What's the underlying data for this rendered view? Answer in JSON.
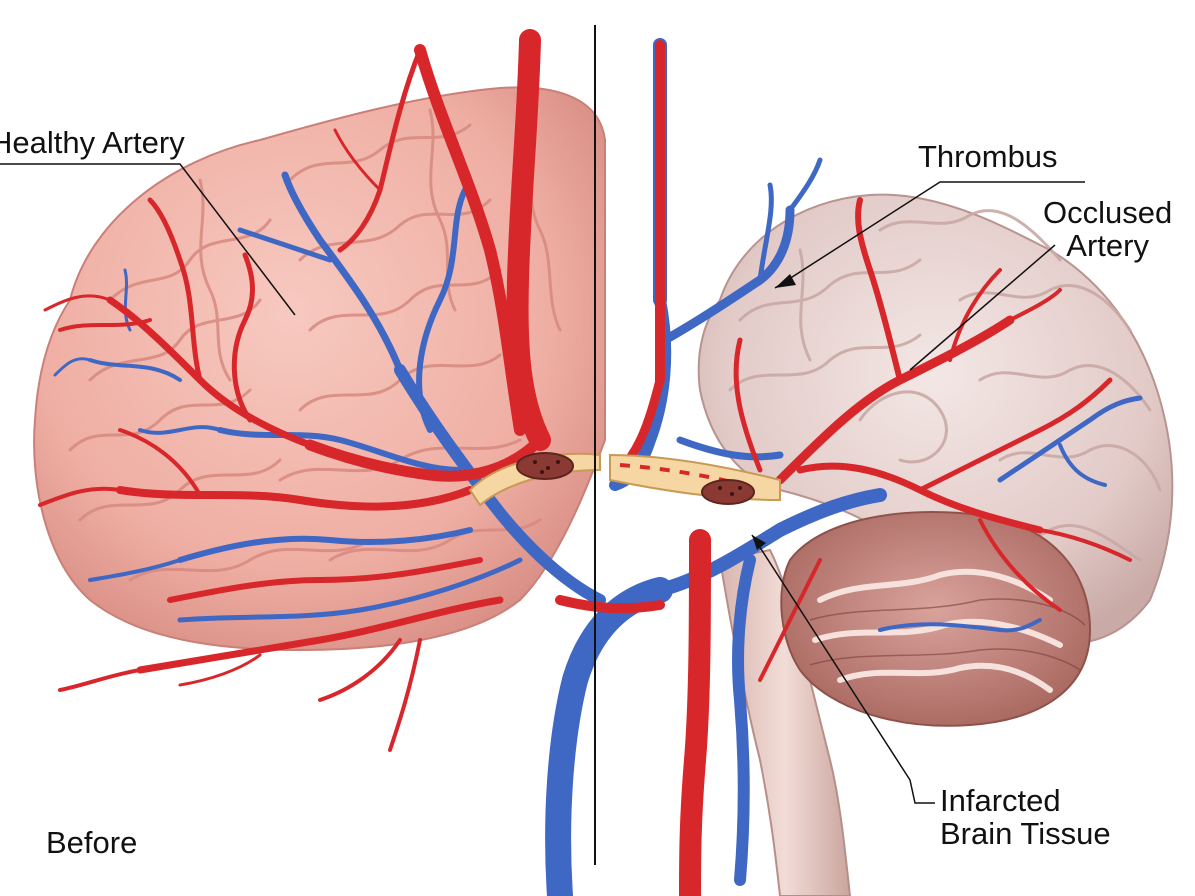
{
  "labels": {
    "healthy_artery": "Healthy Artery",
    "thrombus": "Thrombus",
    "occluded_line1": "Occlused",
    "occluded_line2": "Artery",
    "infarcted_line1": "Infarcted",
    "infarcted_line2": "Brain Tissue",
    "before": "Before"
  },
  "colors": {
    "artery": "#d8272b",
    "vein": "#3f67c4",
    "healthy_brain": "#f2b3a8",
    "infarcted_brain": "#e7d2cf",
    "cerebellum": "#c98d86",
    "thrombus": "#8a3a32",
    "vessel_wall": "#f6d7a3"
  }
}
